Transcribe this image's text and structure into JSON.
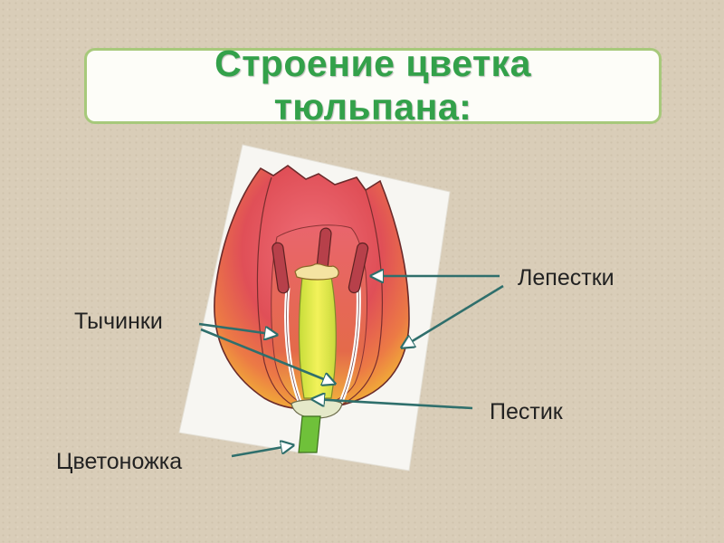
{
  "title": {
    "line1": "Строение цветка",
    "line2": "тюльпана:"
  },
  "labels": {
    "petals": "Лепестки",
    "stamens": "Тычинки",
    "pistil": "Пестик",
    "stalk": "Цветоножка"
  },
  "colors": {
    "title": "#33a14a",
    "title_border": "#a7c97b",
    "arrow": "#2f6f6c",
    "petal": "#e2545b",
    "stem": "#6fc13a",
    "pistil": "#e6ec3c"
  }
}
